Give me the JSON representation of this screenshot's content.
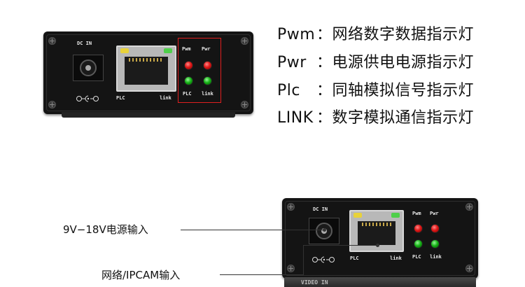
{
  "device_labels": {
    "dc_in": "DC IN",
    "pwm": "Pwm",
    "pwr": "Pwr",
    "plc": "PLC",
    "link": "link",
    "video_in": "VIDEO IN"
  },
  "legend": [
    {
      "code": "Pwm",
      "sep": "：",
      "desc": "网络数字数据指示灯"
    },
    {
      "code": "Pwr",
      "sep": "：",
      "desc": "电源供电电源指示灯"
    },
    {
      "code": "Plc",
      "sep": "：",
      "desc": "同轴模拟信号指示灯"
    },
    {
      "code": "LINK",
      "sep": "：",
      "desc": "数字模拟通信指示灯"
    }
  ],
  "callouts": {
    "power_input": "9V−18V电源输入",
    "network_input": "网络/IPCAM输入"
  },
  "colors": {
    "highlight": "#e02020",
    "led_red": "#e01818",
    "led_green": "#18b418"
  }
}
